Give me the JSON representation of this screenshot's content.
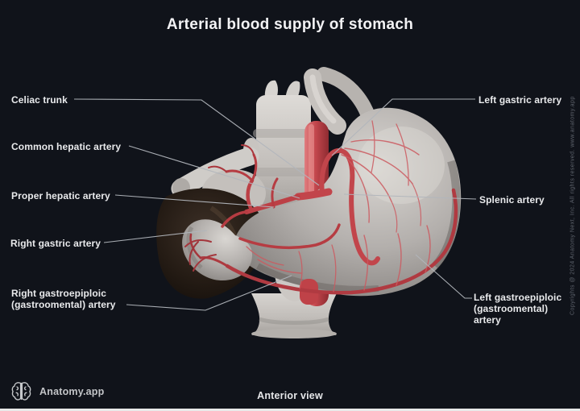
{
  "title": "Arterial blood supply of stomach",
  "view_label": "Anterior view",
  "brand": {
    "name": "Anatomy.app"
  },
  "copyright_vertical": "Copyrights @ 2024 Anatomy Next, Inc. All rights reserved. www.anatomy.app",
  "labels": {
    "left": [
      {
        "text": "Celiac trunk"
      },
      {
        "text": "Common hepatic artery"
      },
      {
        "text": "Proper hepatic artery"
      },
      {
        "text": "Right gastric artery"
      },
      {
        "text": "Right gastroepiploic (gastroomental) artery"
      }
    ],
    "right": [
      {
        "text": "Left gastric artery"
      },
      {
        "text": "Splenic artery"
      },
      {
        "text": "Left gastroepiploic (gastroomental) artery"
      }
    ]
  },
  "colors": {
    "background": "#10131a",
    "label_text": "#e9eaec",
    "leader_line": "#b2b6bc",
    "artery_red": "#c2454b",
    "bone_gray": "#c2beba",
    "dark_organ": "#241b14",
    "footer_text": "#c3c5c8",
    "copyright_text": "#5f646d"
  }
}
